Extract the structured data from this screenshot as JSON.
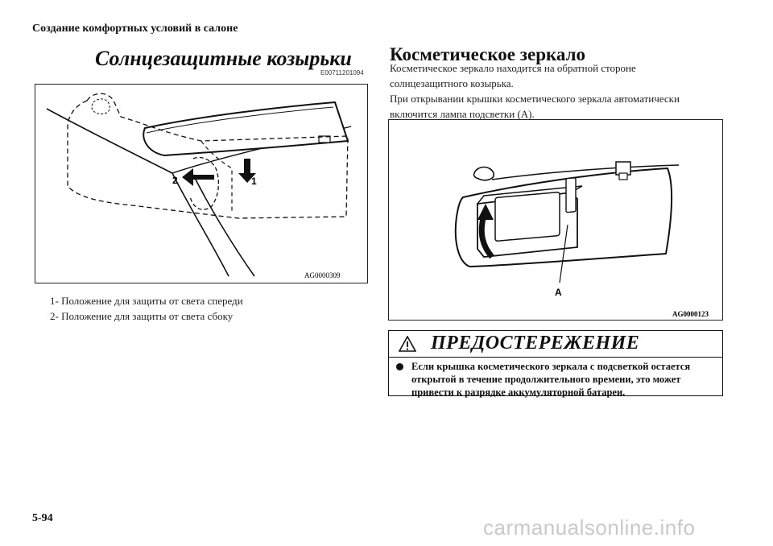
{
  "header": {
    "section": "Создание комфортных условий в салоне"
  },
  "left": {
    "title": "Солнцезащитные козырьки",
    "code": "E00711201094",
    "figure": {
      "id": "AG0000309",
      "label_1": "1",
      "label_2": "2"
    },
    "captions": [
      "1- Положение для защиты от света спереди",
      "2- Положение для защиты от света сбоку"
    ]
  },
  "right": {
    "title": "Косметическое зеркало",
    "paragraph_lines": [
      "Косметическое зеркало находится на обратной стороне",
      "солнцезащитного козырька.",
      "При открывании крышки косметического зеркала автоматически",
      "включится лампа подсветки (A)."
    ],
    "figure": {
      "id": "AG0000123",
      "label_a": "A"
    },
    "warning": {
      "title": "ПРЕДОСТЕРЕЖЕНИЕ",
      "lines": [
        "Если крышка косметического зеркала с подсветкой остается",
        "открытой в течение продолжительного времени, это может",
        "привести к разрядке аккумуляторной батареи."
      ]
    }
  },
  "footer": {
    "page_number": "5-94",
    "watermark": "carmanualsonline.info"
  }
}
